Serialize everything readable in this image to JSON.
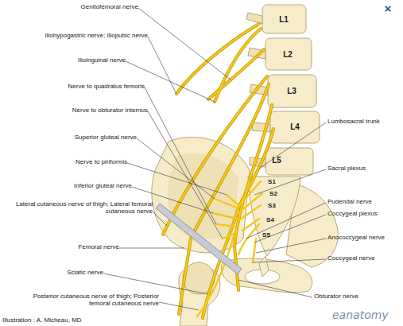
{
  "diagram": {
    "labels": [
      "×",
      "Genitofemoral nerve",
      "Iliohypogastric nerve; Iliopubic nerve",
      "Ilioinguinal nerve",
      "Nerve to quadratus femoris",
      "Nerve to obturator internus",
      "Superior gluteal nerve",
      "Nerve to piriformis",
      "Inferior gluteal nerve",
      "Lateral cutaneous nerve of thigh; Lateral femoral cutaneous nerve",
      "Femoral nerve",
      "Sciatic nerve",
      "Posterior cutaneous nerve of thigh; Posterior femoral cutaneous nerve",
      "Illustration : A. Micheau, MD",
      "L1",
      "L2",
      "L3",
      "L4",
      "L5",
      "S1",
      "S2",
      "S3",
      "S4",
      "S5",
      "Lumbosacral trunk",
      "Sacral plexus",
      "Pudendal nerve",
      "Coccygeal plexus",
      "Anococcygeal nerve",
      "Coccygeal nerve",
      "Obturator nerve",
      "eanatomy"
    ]
  }
}
